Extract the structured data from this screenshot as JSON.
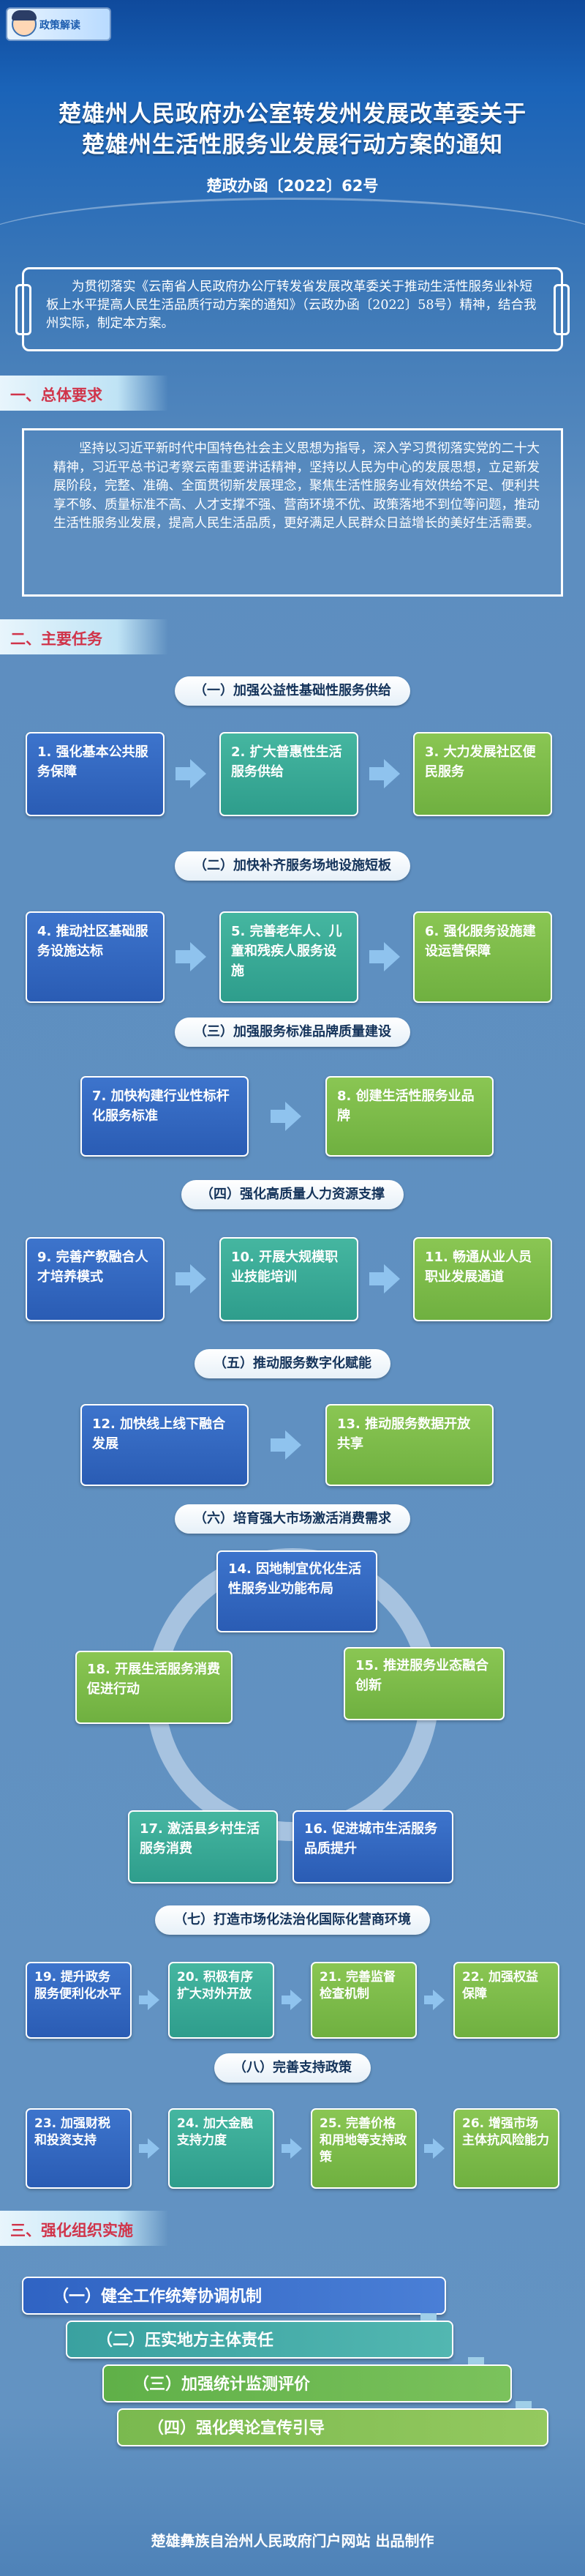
{
  "badge": {
    "label": "政策解读"
  },
  "header": {
    "title_line1": "楚雄州人民政府办公室转发州发展改革委关于",
    "title_line2": "楚雄州生活性服务业发展行动方案的通知",
    "doc_number": "楚政办函〔2022〕62号"
  },
  "intro": "为贯彻落实《云南省人民政府办公厅转发省发展改革委关于推动生活性服务业补短板上水平提高人民生活品质行动方案的通知》（云政办函〔2022〕58号）精神，结合我州实际，制定本方案。",
  "section1": {
    "title": "一、总体要求",
    "text": "坚持以习近平新时代中国特色社会主义思想为指导，深入学习贯彻落实党的二十大精神，习近平总书记考察云南重要讲话精神，坚持以人民为中心的发展思想，立足新发展阶段，完整、准确、全面贯彻新发展理念，聚焦生活性服务业有效供给不足、便利共享不够、质量标准不高、人才支撑不强、营商环境不优、政策落地不到位等问题，推动生活性服务业发展，提高人民生活品质，更好满足人民群众日益增长的美好生活需要。"
  },
  "section2": {
    "title": "二、主要任务",
    "groups": [
      {
        "title": "（一）加强公益性基础性服务供给",
        "items": [
          "1. 强化基本公共服务保障",
          "2. 扩大普惠性生活服务供给",
          "3. 大力发展社区便民服务"
        ]
      },
      {
        "title": "（二）加快补齐服务场地设施短板",
        "items": [
          "4. 推动社区基础服务设施达标",
          "5. 完善老年人、儿童和残疾人服务设施",
          "6. 强化服务设施建设运营保障"
        ]
      },
      {
        "title": "（三）加强服务标准品牌质量建设",
        "items": [
          "7. 加快构建行业性标杆化服务标准",
          "8. 创建生活性服务业品牌"
        ]
      },
      {
        "title": "（四）强化高质量人力资源支撑",
        "items": [
          "9. 完善产教融合人才培养模式",
          "10. 开展大规模职业技能培训",
          "11. 畅通从业人员职业发展通道"
        ]
      },
      {
        "title": "（五）推动服务数字化赋能",
        "items": [
          "12. 加快线上线下融合发展",
          "13. 推动服务数据开放共享"
        ]
      },
      {
        "title": "（六）培育强大市场激活消费需求",
        "items": [
          "14. 因地制宜优化生活性服务业功能布局",
          "15. 推进服务业态融合创新",
          "16. 促进城市生活服务品质提升",
          "17. 激活县乡村生活服务消费",
          "18. 开展生活服务消费促进行动"
        ]
      },
      {
        "title": "（七）打造市场化法治化国际化营商环境",
        "items": [
          "19. 提升政务服务便利化水平",
          "20. 积极有序扩大对外开放",
          "21. 完善监督检查机制",
          "22. 加强权益保障"
        ]
      },
      {
        "title": "（八）完善支持政策",
        "items": [
          "23. 加强财税和投资支持",
          "24. 加大金融支持力度",
          "25. 完善价格和用地等支持政策",
          "26. 增强市场主体抗风险能力"
        ]
      }
    ]
  },
  "section3": {
    "title": "三、强化组织实施",
    "items": [
      "（一）健全工作统筹协调机制",
      "（二）压实地方主体责任",
      "（三）加强统计监测评价",
      "（四）强化舆论宣传引导"
    ]
  },
  "footer": "楚雄彝族自治州人民政府门户网站  出品制作"
}
